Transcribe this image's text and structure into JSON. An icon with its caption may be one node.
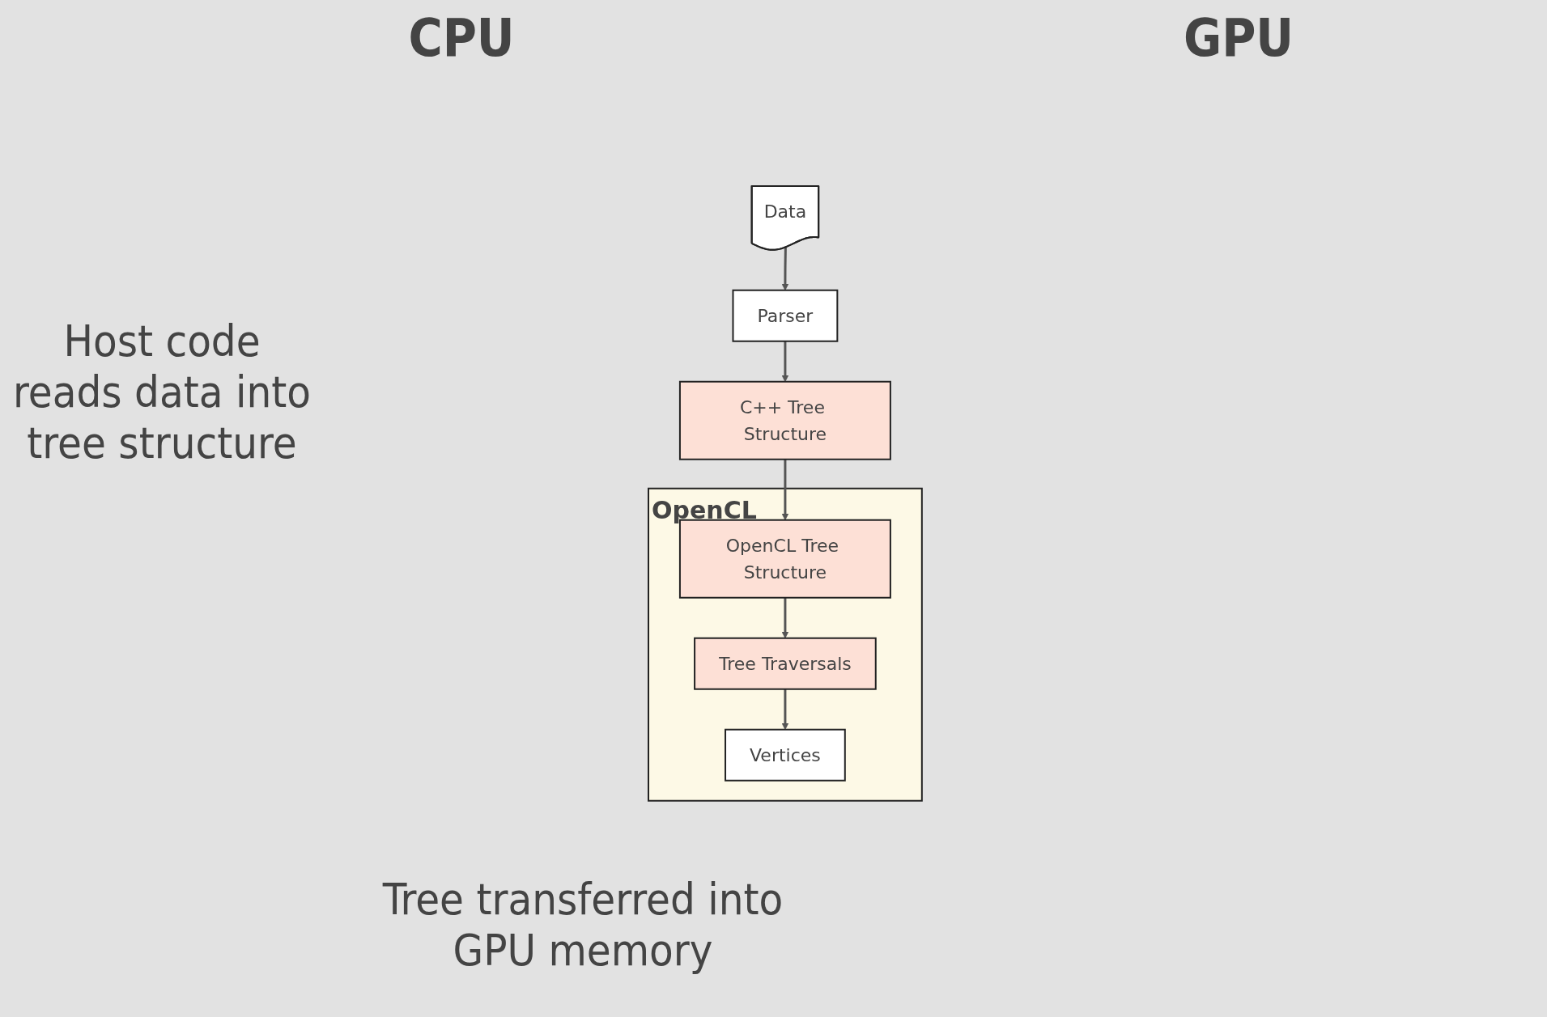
{
  "diagram": {
    "nodes": [
      {
        "text": [
          "Data"
        ]
      },
      {
        "text": [
          "Parser"
        ]
      },
      {
        "text": [
          "C++ Tree Structure"
        ]
      },
      {
        "text": [
          "OpenCL"
        ]
      },
      {
        "text": [
          "OpenCL Tree Structure"
        ],
        "in": 3
      },
      {
        "text": [
          "Tree Traversals"
        ],
        "in": 3
      },
      {
        "text": [
          "Vertices"
        ],
        "in": 3
      }
    ],
    "edges": [
      {
        "from": 0,
        "to": 1,
        "arrow": "to"
      },
      {
        "from": 1,
        "to": 2,
        "arrow": "to"
      },
      {
        "from": 2,
        "to": 4,
        "arrow": "to"
      },
      {
        "from": 4,
        "to": 5,
        "arrow": "to"
      },
      {
        "from": 5,
        "to": 6,
        "arrow": "to"
      }
    ],
    "labels": [
      "CPU",
      "GPU",
      "Host code reads data into tree structure",
      "Tree transferred into GPU memory"
    ]
  }
}
